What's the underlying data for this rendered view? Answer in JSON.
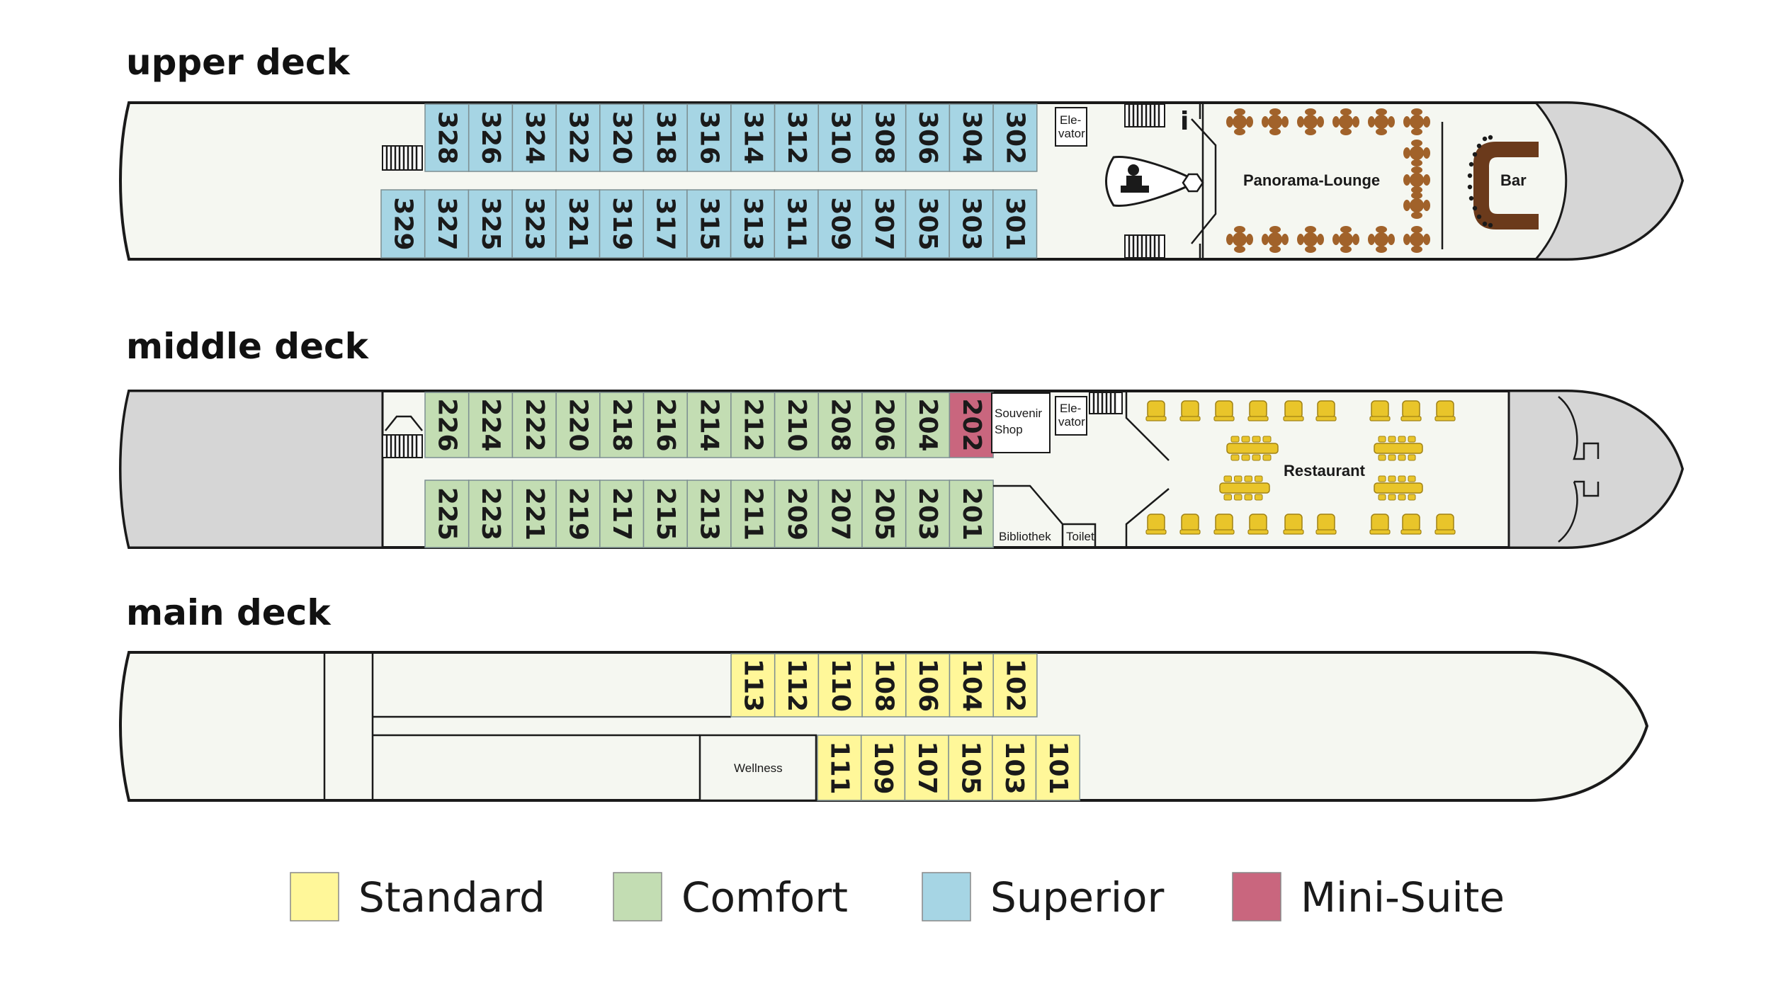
{
  "decks": {
    "upper": {
      "title": "upper deck",
      "top_cabins": [
        "328",
        "326",
        "324",
        "322",
        "320",
        "318",
        "316",
        "314",
        "312",
        "310",
        "308",
        "306",
        "304",
        "302"
      ],
      "bottom_cabins": [
        "329",
        "327",
        "325",
        "323",
        "321",
        "319",
        "317",
        "315",
        "313",
        "311",
        "309",
        "307",
        "305",
        "303",
        "301"
      ],
      "elevator_line1": "Ele-",
      "elevator_line2": "vator",
      "info": "i",
      "lounge": "Panorama-Lounge",
      "bar": "Bar"
    },
    "middle": {
      "title": "middle deck",
      "top_cabins": [
        "226",
        "224",
        "222",
        "220",
        "218",
        "216",
        "214",
        "212",
        "210",
        "208",
        "206",
        "204"
      ],
      "suite_cabin": "202",
      "bottom_cabins": [
        "225",
        "223",
        "221",
        "219",
        "217",
        "215",
        "213",
        "211",
        "209",
        "207",
        "205",
        "203",
        "201"
      ],
      "souvenir_line1": "Souvenir",
      "souvenir_line2": "Shop",
      "elevator_line1": "Ele-",
      "elevator_line2": "vator",
      "library": "Bibliothek",
      "toilet": "Toilet",
      "restaurant": "Restaurant"
    },
    "main": {
      "title": "main deck",
      "top_cabins": [
        "113",
        "112",
        "110",
        "108",
        "106",
        "104",
        "102"
      ],
      "bottom_cabins": [
        "111",
        "109",
        "107",
        "105",
        "103",
        "101"
      ],
      "wellness": "Wellness"
    }
  },
  "legend": [
    {
      "label": "Standard",
      "color": "#fff799"
    },
    {
      "label": "Comfort",
      "color": "#c3ddb3"
    },
    {
      "label": "Superior",
      "color": "#a6d5e4"
    },
    {
      "label": "Mini-Suite",
      "color": "#c9667e"
    }
  ],
  "colors": {
    "standard": "#fff799",
    "comfort": "#c3ddb3",
    "superior": "#a6d5e4",
    "suite": "#c9667e",
    "hull": "#f5f7f1",
    "grey": "#d6d6d6",
    "chair_brown": "#a1622a",
    "chair_yellow": "#e9c52a",
    "bar_brown": "#6b3a1b"
  }
}
